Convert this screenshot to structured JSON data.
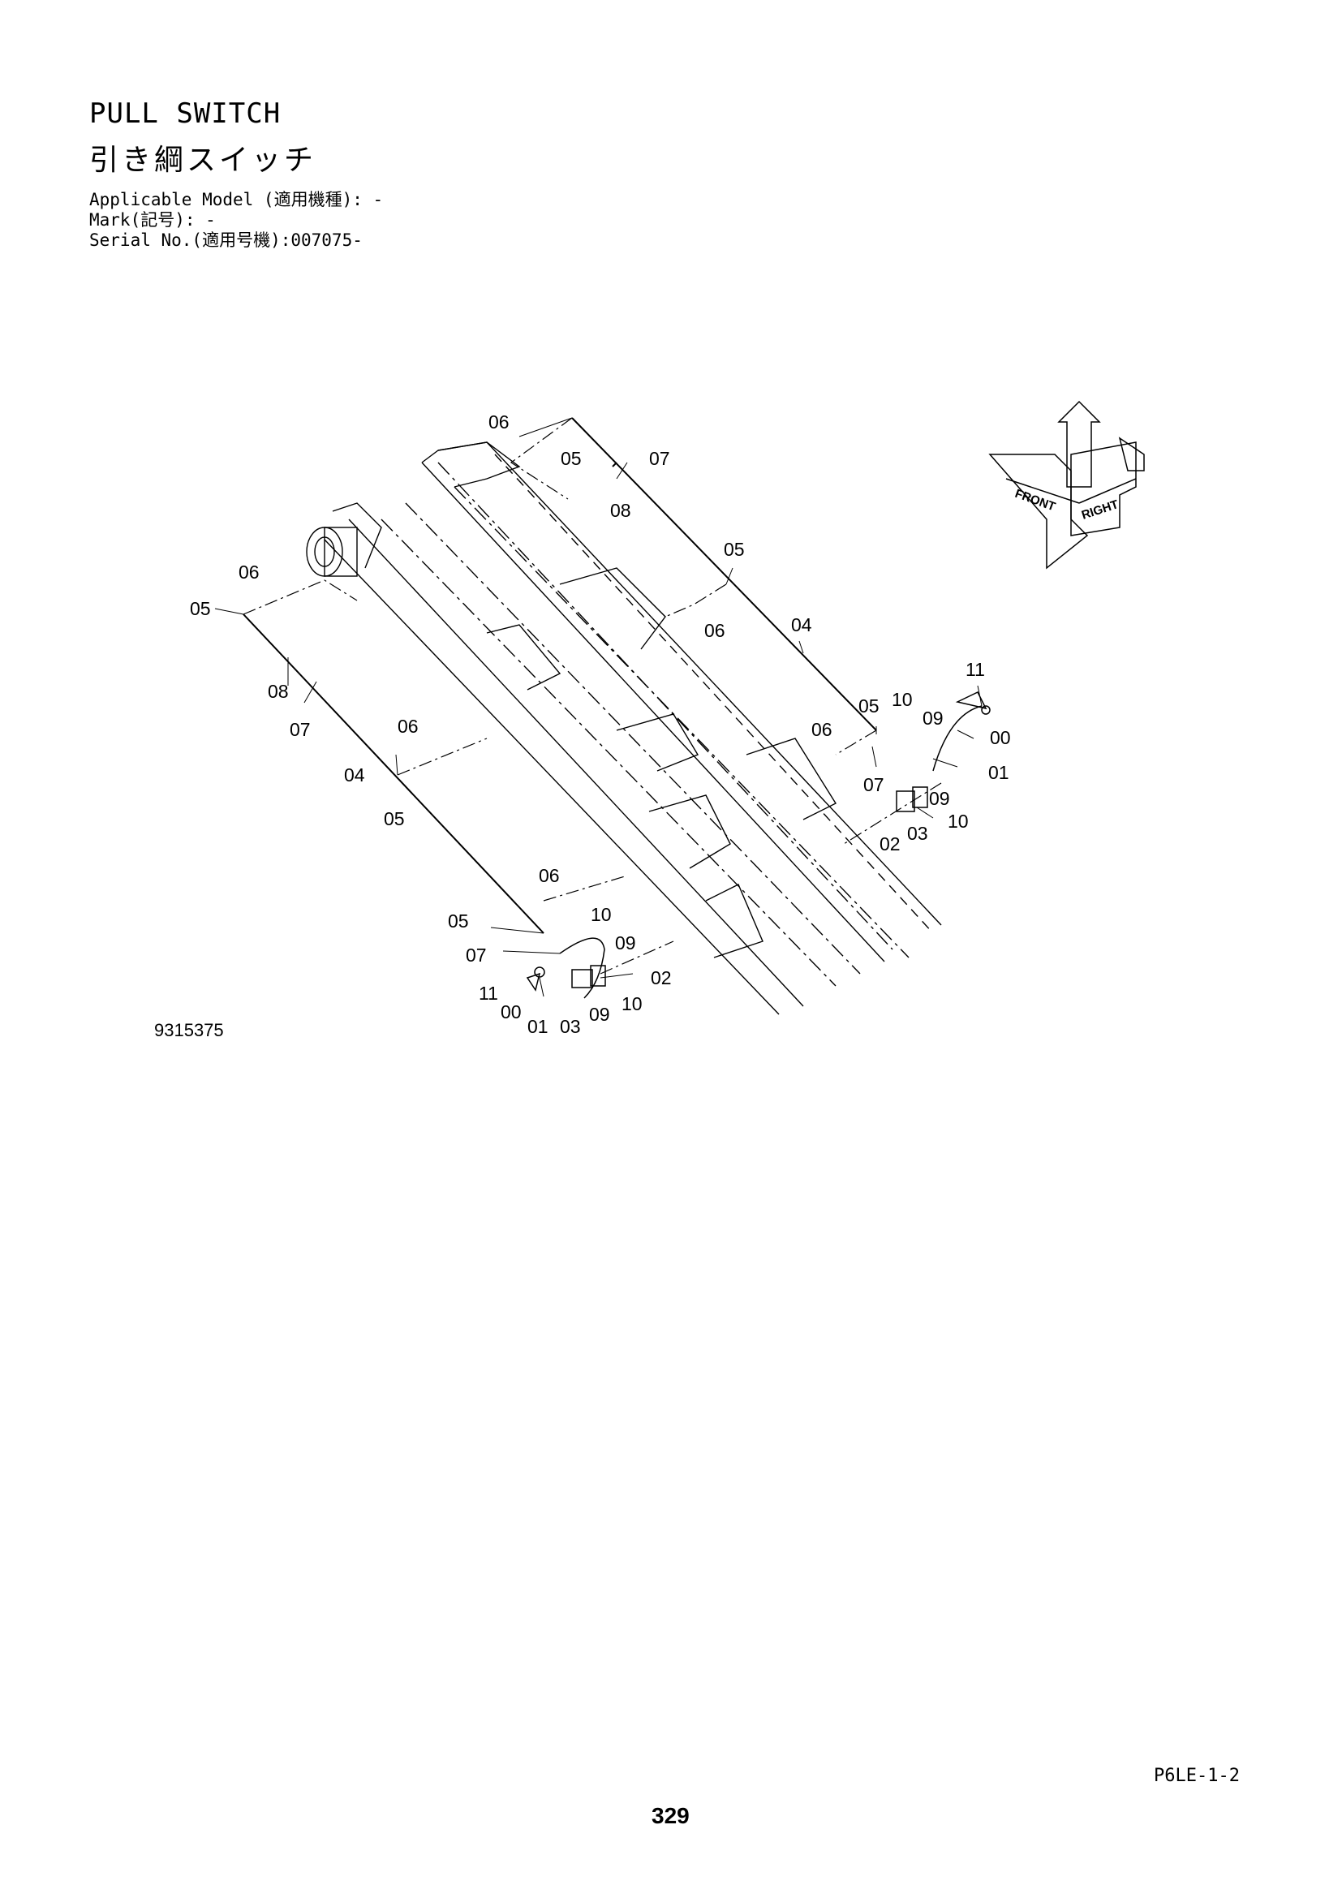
{
  "header": {
    "title_en": "PULL SWITCH",
    "title_jp": "引き綱スイッチ",
    "applicable_model": "Applicable Model (適用機種): -",
    "mark": "Mark(記号): -",
    "serial_no": "Serial No.(適用号機):007075-"
  },
  "orientation_arrows": {
    "front": "FRONT",
    "right": "RIGHT"
  },
  "callouts": {
    "c01": "06",
    "c02": "05",
    "c03": "07",
    "c04": "08",
    "c05": "05",
    "c06": "06",
    "c07": "04",
    "c08": "06",
    "c09": "05",
    "c10": "08",
    "c11": "07",
    "c12": "06",
    "c13": "04",
    "c14": "05",
    "c15": "11",
    "c16": "05",
    "c17": "10",
    "c18": "09",
    "c19": "06",
    "c20": "00",
    "c21": "07",
    "c22": "01",
    "c23": "09",
    "c24": "02",
    "c25": "03",
    "c26": "10",
    "c27": "06",
    "c28": "05",
    "c29": "10",
    "c30": "07",
    "c31": "09",
    "c32": "02",
    "c33": "11",
    "c34": "00",
    "c35": "09",
    "c36": "10",
    "c37": "01",
    "c38": "03"
  },
  "figure_number": "9315375",
  "page_code": "P6LE-1-2",
  "page_number": "329"
}
